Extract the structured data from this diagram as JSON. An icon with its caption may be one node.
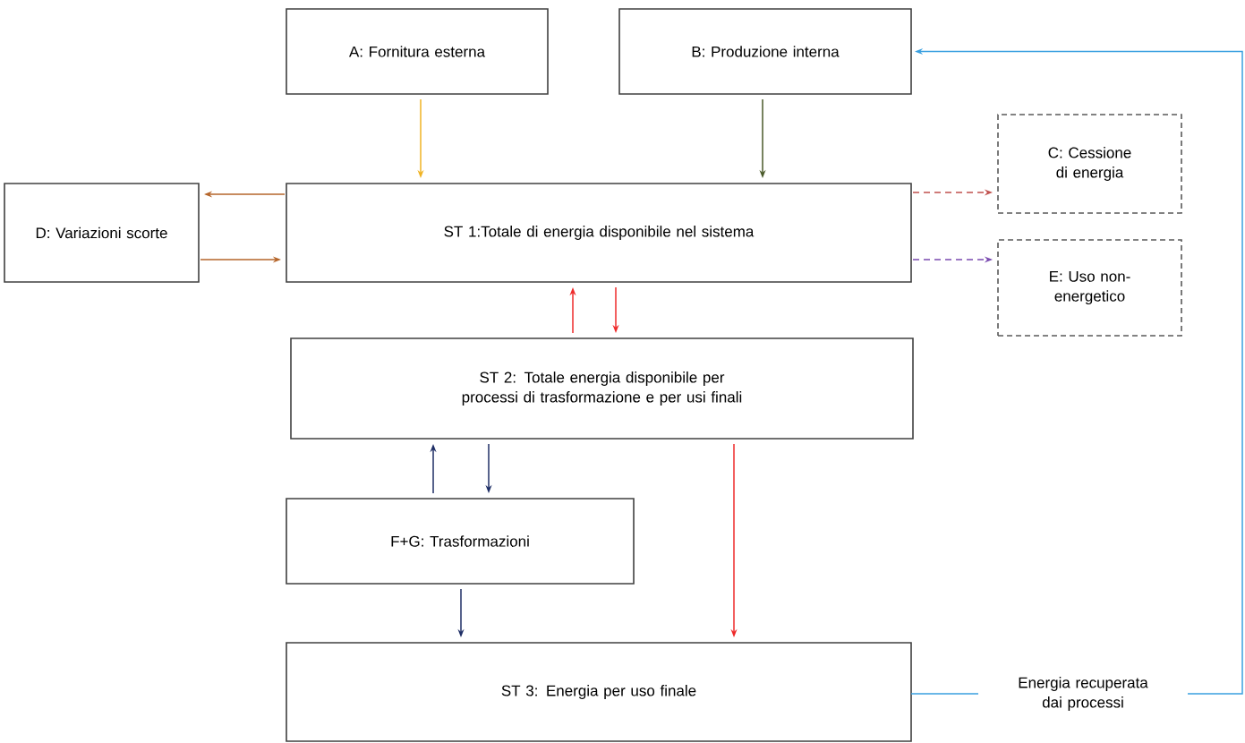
{
  "diagram": {
    "nodes": [
      {
        "text": [
          "A: Fornitura esterna"
        ]
      },
      {
        "text": [
          "B: Produzione interna"
        ]
      },
      {
        "text": [
          "C: Cessione di energia"
        ]
      },
      {
        "text": [
          "D: Variazioni scorte"
        ]
      },
      {
        "text": [
          "ST 1:Totale di energia disponibile nel sistema"
        ]
      },
      {
        "text": [
          "E: Uso non-energetico"
        ]
      },
      {
        "text": [
          "ST 2: Totale energia disponibile per processi di trasformazione e per usi finali"
        ]
      },
      {
        "text": [
          "F+G: Trasformazioni"
        ]
      },
      {
        "text": [
          "ST 3: Energia per uso finale"
        ]
      }
    ],
    "edges": [
      {
        "from": 0,
        "to": 4,
        "arrow": "to",
        "color": "#f0b323"
      },
      {
        "from": 1,
        "to": 4,
        "arrow": "to",
        "color": "#4a5a2a"
      },
      {
        "from": 4,
        "to": 3,
        "arrow": "to",
        "color": "#b5652a"
      },
      {
        "from": 3,
        "to": 4,
        "arrow": "to",
        "color": "#b5652a"
      },
      {
        "from": 4,
        "to": 2,
        "arrow": "to",
        "style": "dashed",
        "color": "#c0504d"
      },
      {
        "from": 4,
        "to": 5,
        "arrow": "to",
        "style": "dashed",
        "color": "#7a4ab0"
      },
      {
        "from": 6,
        "to": 4,
        "arrow": "to",
        "color": "#ee2a2a"
      },
      {
        "from": 4,
        "to": 6,
        "arrow": "to",
        "color": "#ee2a2a"
      },
      {
        "from": 7,
        "to": 6,
        "arrow": "to",
        "color": "#1f2f66"
      },
      {
        "from": 6,
        "to": 7,
        "arrow": "to",
        "color": "#1f2f66"
      },
      {
        "from": 7,
        "to": 8,
        "arrow": "to",
        "color": "#1f2f66"
      },
      {
        "from": 6,
        "to": 8,
        "arrow": "to",
        "color": "#ee2a2a"
      },
      {
        "from": 8,
        "to": 1,
        "arrow": "to",
        "color": "#3aa0e0",
        "label": "Energia recuperata dai processi"
      }
    ]
  }
}
